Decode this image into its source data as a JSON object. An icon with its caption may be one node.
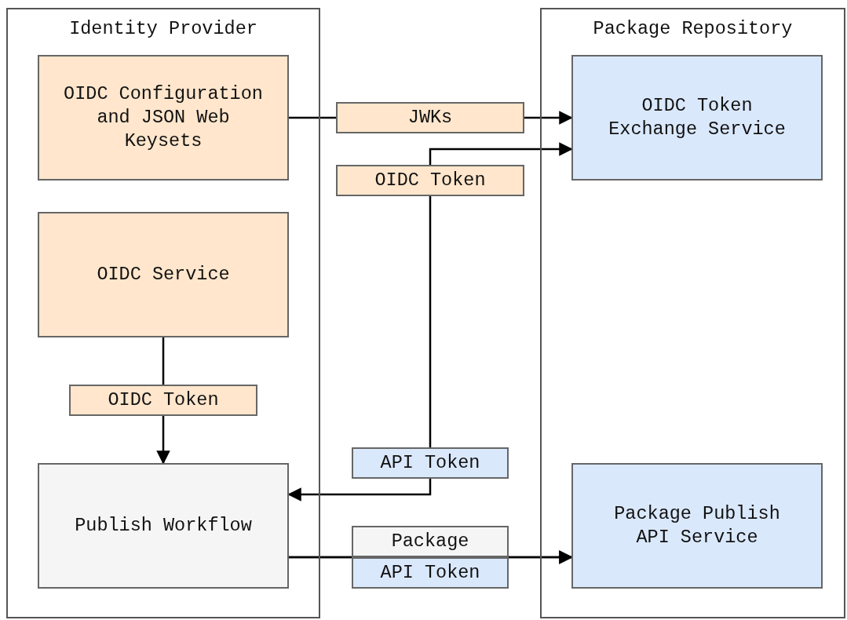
{
  "diagram": {
    "nodes": [
      {
        "text": [
          "Identity Provider"
        ]
      },
      {
        "text": [
          "OIDC Configuration and JSON Web Keysets"
        ],
        "in": 0
      },
      {
        "text": [
          "OIDC Service"
        ],
        "in": 0
      },
      {
        "text": [
          "OIDC Token"
        ],
        "in": 0
      },
      {
        "text": [
          "Publish Workflow"
        ],
        "in": 0
      },
      {
        "text": [
          "Package Repository"
        ]
      },
      {
        "text": [
          "OIDC Token Exchange Service"
        ],
        "in": 5
      },
      {
        "text": [
          "Package Publish API Service"
        ],
        "in": 5
      },
      {
        "text": [
          "JWKs"
        ]
      },
      {
        "text": [
          "OIDC Token"
        ]
      },
      {
        "text": [
          "API Token"
        ]
      },
      {
        "text": [
          "Package"
        ]
      },
      {
        "text": [
          "API Token"
        ]
      }
    ],
    "edges": [
      {
        "from": 1,
        "to": 8,
        "arrow": "none"
      },
      {
        "from": 8,
        "to": 6,
        "arrow": "to"
      },
      {
        "from": 9,
        "to": 6,
        "arrow": "to"
      },
      {
        "from": 9,
        "to": 10,
        "arrow": "none"
      },
      {
        "from": 10,
        "to": 4,
        "arrow": "to"
      },
      {
        "from": 2,
        "to": 3,
        "arrow": "none"
      },
      {
        "from": 3,
        "to": 4,
        "arrow": "to"
      },
      {
        "from": 4,
        "to": 11,
        "arrow": "none"
      },
      {
        "from": 4,
        "to": 12,
        "arrow": "none"
      },
      {
        "from": 11,
        "to": 7,
        "arrow": "to"
      },
      {
        "from": 12,
        "to": 7,
        "arrow": "to"
      }
    ]
  }
}
